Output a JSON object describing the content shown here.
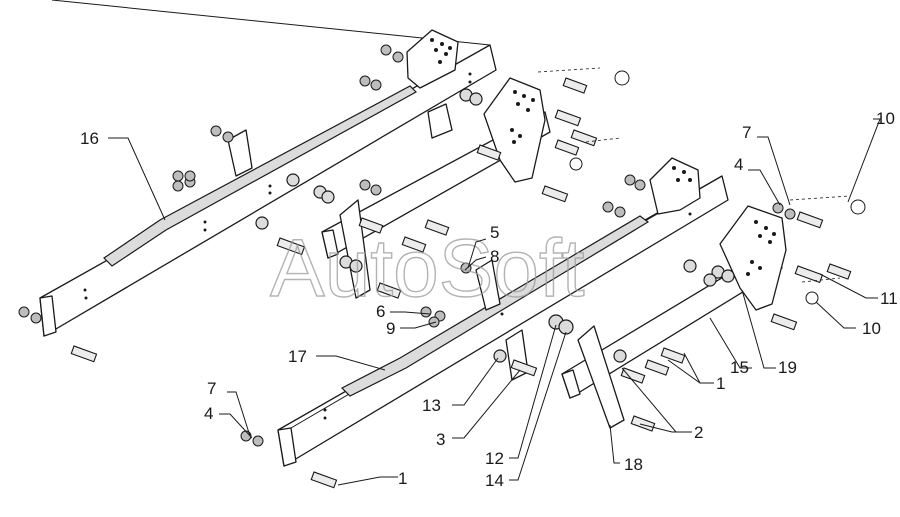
{
  "watermark": "AutoSoft",
  "callouts": {
    "c16": "16",
    "c7a": "7",
    "c4a": "4",
    "c10a": "10",
    "c5": "5",
    "c8": "8",
    "c6": "6",
    "c9": "9",
    "c17": "17",
    "c7b": "7",
    "c4b": "4",
    "c13": "13",
    "c3": "3",
    "c12": "12",
    "c14": "14",
    "c1a": "1",
    "c18": "18",
    "c2": "2",
    "c1b": "1",
    "c15": "15",
    "c19": "19",
    "c11": "11",
    "c10b": "10"
  }
}
